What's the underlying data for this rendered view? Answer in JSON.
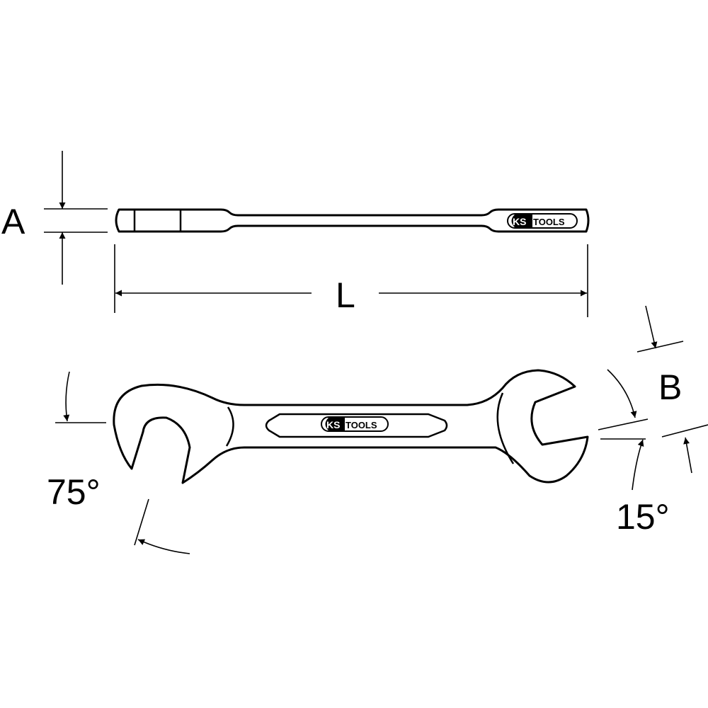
{
  "labels": {
    "a": "A",
    "l": "L",
    "b": "B",
    "angle_left": "75°",
    "angle_right": "15°"
  },
  "logo": {
    "ks": "KS",
    "tools": "TOOLS"
  },
  "colors": {
    "line": "#000000",
    "background": "#ffffff"
  }
}
